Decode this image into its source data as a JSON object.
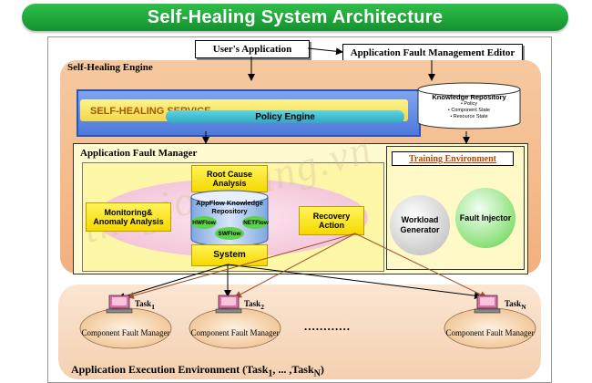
{
  "title": "Self-Healing System Architecture",
  "users_app": "User's Application",
  "fault_editor": "Application Fault Management Editor",
  "engine": {
    "label": "Self-Healing Engine",
    "service": "SELF-HEALING SERVICE",
    "policy": "Policy Engine",
    "repo": {
      "title": "Knowledge Repository",
      "items": [
        "• Policy",
        "• Component State",
        "• Resource State"
      ]
    }
  },
  "afm": {
    "label": "Application Fault Manager",
    "root_cause": "Root Cause Analysis",
    "monitoring": "Monitoring& Anomaly Analysis",
    "recovery": "Recovery Action",
    "appflow": "AppFlow Knowledge Repository",
    "hwflow": "HWFlow",
    "swflow": "SWFlow",
    "netflow": "NETFlow",
    "system": "System"
  },
  "training": {
    "label": "Training Environment",
    "workload": "Workload Generator",
    "injector": "Fault Injector"
  },
  "env": {
    "label": "Application Execution Environment (Task",
    "label_sub1": "1",
    "label_mid": ", ... ,Task",
    "label_subN": "N",
    "label_end": ")",
    "tasks": [
      {
        "name": "Task",
        "sub": "1",
        "cfm": "Component Fault Manager"
      },
      {
        "name": "Task",
        "sub": "2",
        "cfm": "Component Fault Manager"
      },
      {
        "name": "Task",
        "sub": "N",
        "cfm": "Component Fault Manager"
      }
    ],
    "ellipsis": "............"
  },
  "watermark": "thegioiphang.vn",
  "colors": {
    "banner": "#1ea83a",
    "engine": "#f2b07e",
    "service_band": "#4f79d9",
    "afm": "#fffbd0",
    "recovery_arrow": "#a0522d"
  }
}
